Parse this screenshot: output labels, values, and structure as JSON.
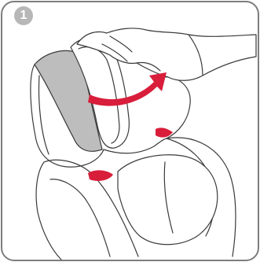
{
  "step": {
    "number": "1"
  },
  "colors": {
    "frame": "#7d7d7d",
    "line": "#3a3a3a",
    "badge": "#b7b7b7",
    "headrest_shade": "#bdbdbd",
    "accent_red": "#d81e3a",
    "background": "#ffffff"
  },
  "icons": {
    "arrow": "curved-rotation-arrow",
    "hand": "hand-outline"
  }
}
